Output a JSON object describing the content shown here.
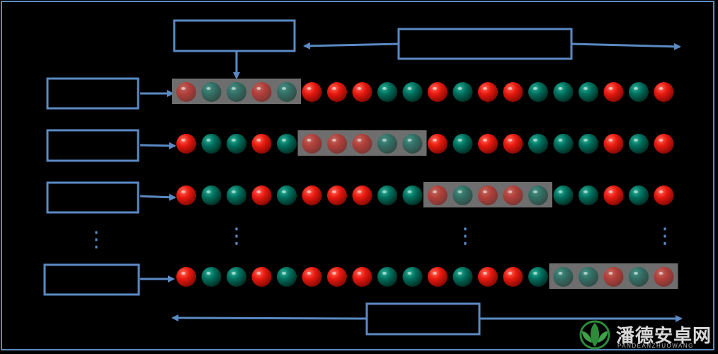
{
  "colors": {
    "frame": "#5b8ac4",
    "red_bead": "#e8190f",
    "teal_bead": "#00705e",
    "highlight_box": "#6e6e6e"
  },
  "label_boxes": {
    "window_label": "",
    "span_label": "",
    "bottom_span_label": "",
    "row_labels": [
      "",
      "",
      "",
      ""
    ]
  },
  "sequence": [
    "R",
    "T",
    "T",
    "R",
    "T",
    "R",
    "R",
    "R",
    "T",
    "T",
    "R",
    "T",
    "R",
    "R",
    "T",
    "T",
    "T",
    "R",
    "T",
    "R"
  ],
  "rows": [
    {
      "window_start": 0
    },
    {
      "window_start": 5
    },
    {
      "window_start": 10
    },
    {
      "window_start": 15
    }
  ],
  "window_length": 5,
  "ellipsis": "⋮",
  "watermark": {
    "name": "潘德安卓网",
    "sub": "PANDEANZHUOWANG",
    "icon": "leaf-emblem-icon"
  }
}
